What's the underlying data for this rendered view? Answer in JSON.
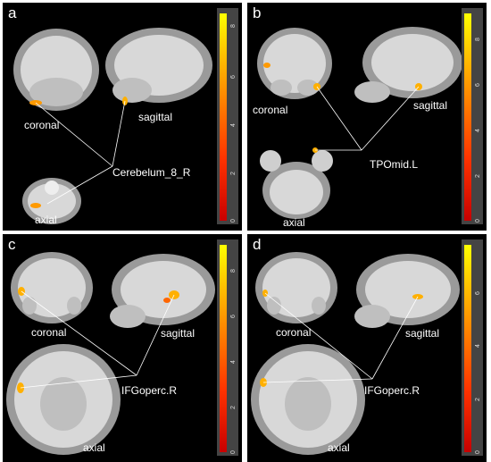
{
  "panels": [
    {
      "letter": "a",
      "region": "Cerebelum_8_R",
      "views": {
        "coronal": "coronal",
        "sagittal": "sagittal",
        "axial": "axial"
      },
      "colorbar": {
        "ticks": [
          "0",
          "2",
          "4",
          "6",
          "8"
        ],
        "max": 8.5
      }
    },
    {
      "letter": "b",
      "region": "TPOmid.L",
      "views": {
        "coronal": "coronal",
        "sagittal": "sagittal",
        "axial": "axial"
      },
      "colorbar": {
        "ticks": [
          "0",
          "2",
          "4",
          "6",
          "8"
        ],
        "max": 9
      }
    },
    {
      "letter": "c",
      "region": "IFGoperc.R",
      "views": {
        "coronal": "coronal",
        "sagittal": "sagittal",
        "axial": "axial"
      },
      "colorbar": {
        "ticks": [
          "0",
          "2",
          "4",
          "6",
          "8"
        ],
        "max": 9
      }
    },
    {
      "letter": "d",
      "region": "IFGoperc.R",
      "views": {
        "coronal": "coronal",
        "sagittal": "sagittal",
        "axial": "axial"
      },
      "colorbar": {
        "ticks": [
          "0",
          "2",
          "4",
          "6"
        ],
        "max": 7.8
      }
    }
  ],
  "colors": {
    "background": "#000000",
    "colormap_low": "#c80000",
    "colormap_high": "#ffff00",
    "leader_line": "#ffffff"
  }
}
